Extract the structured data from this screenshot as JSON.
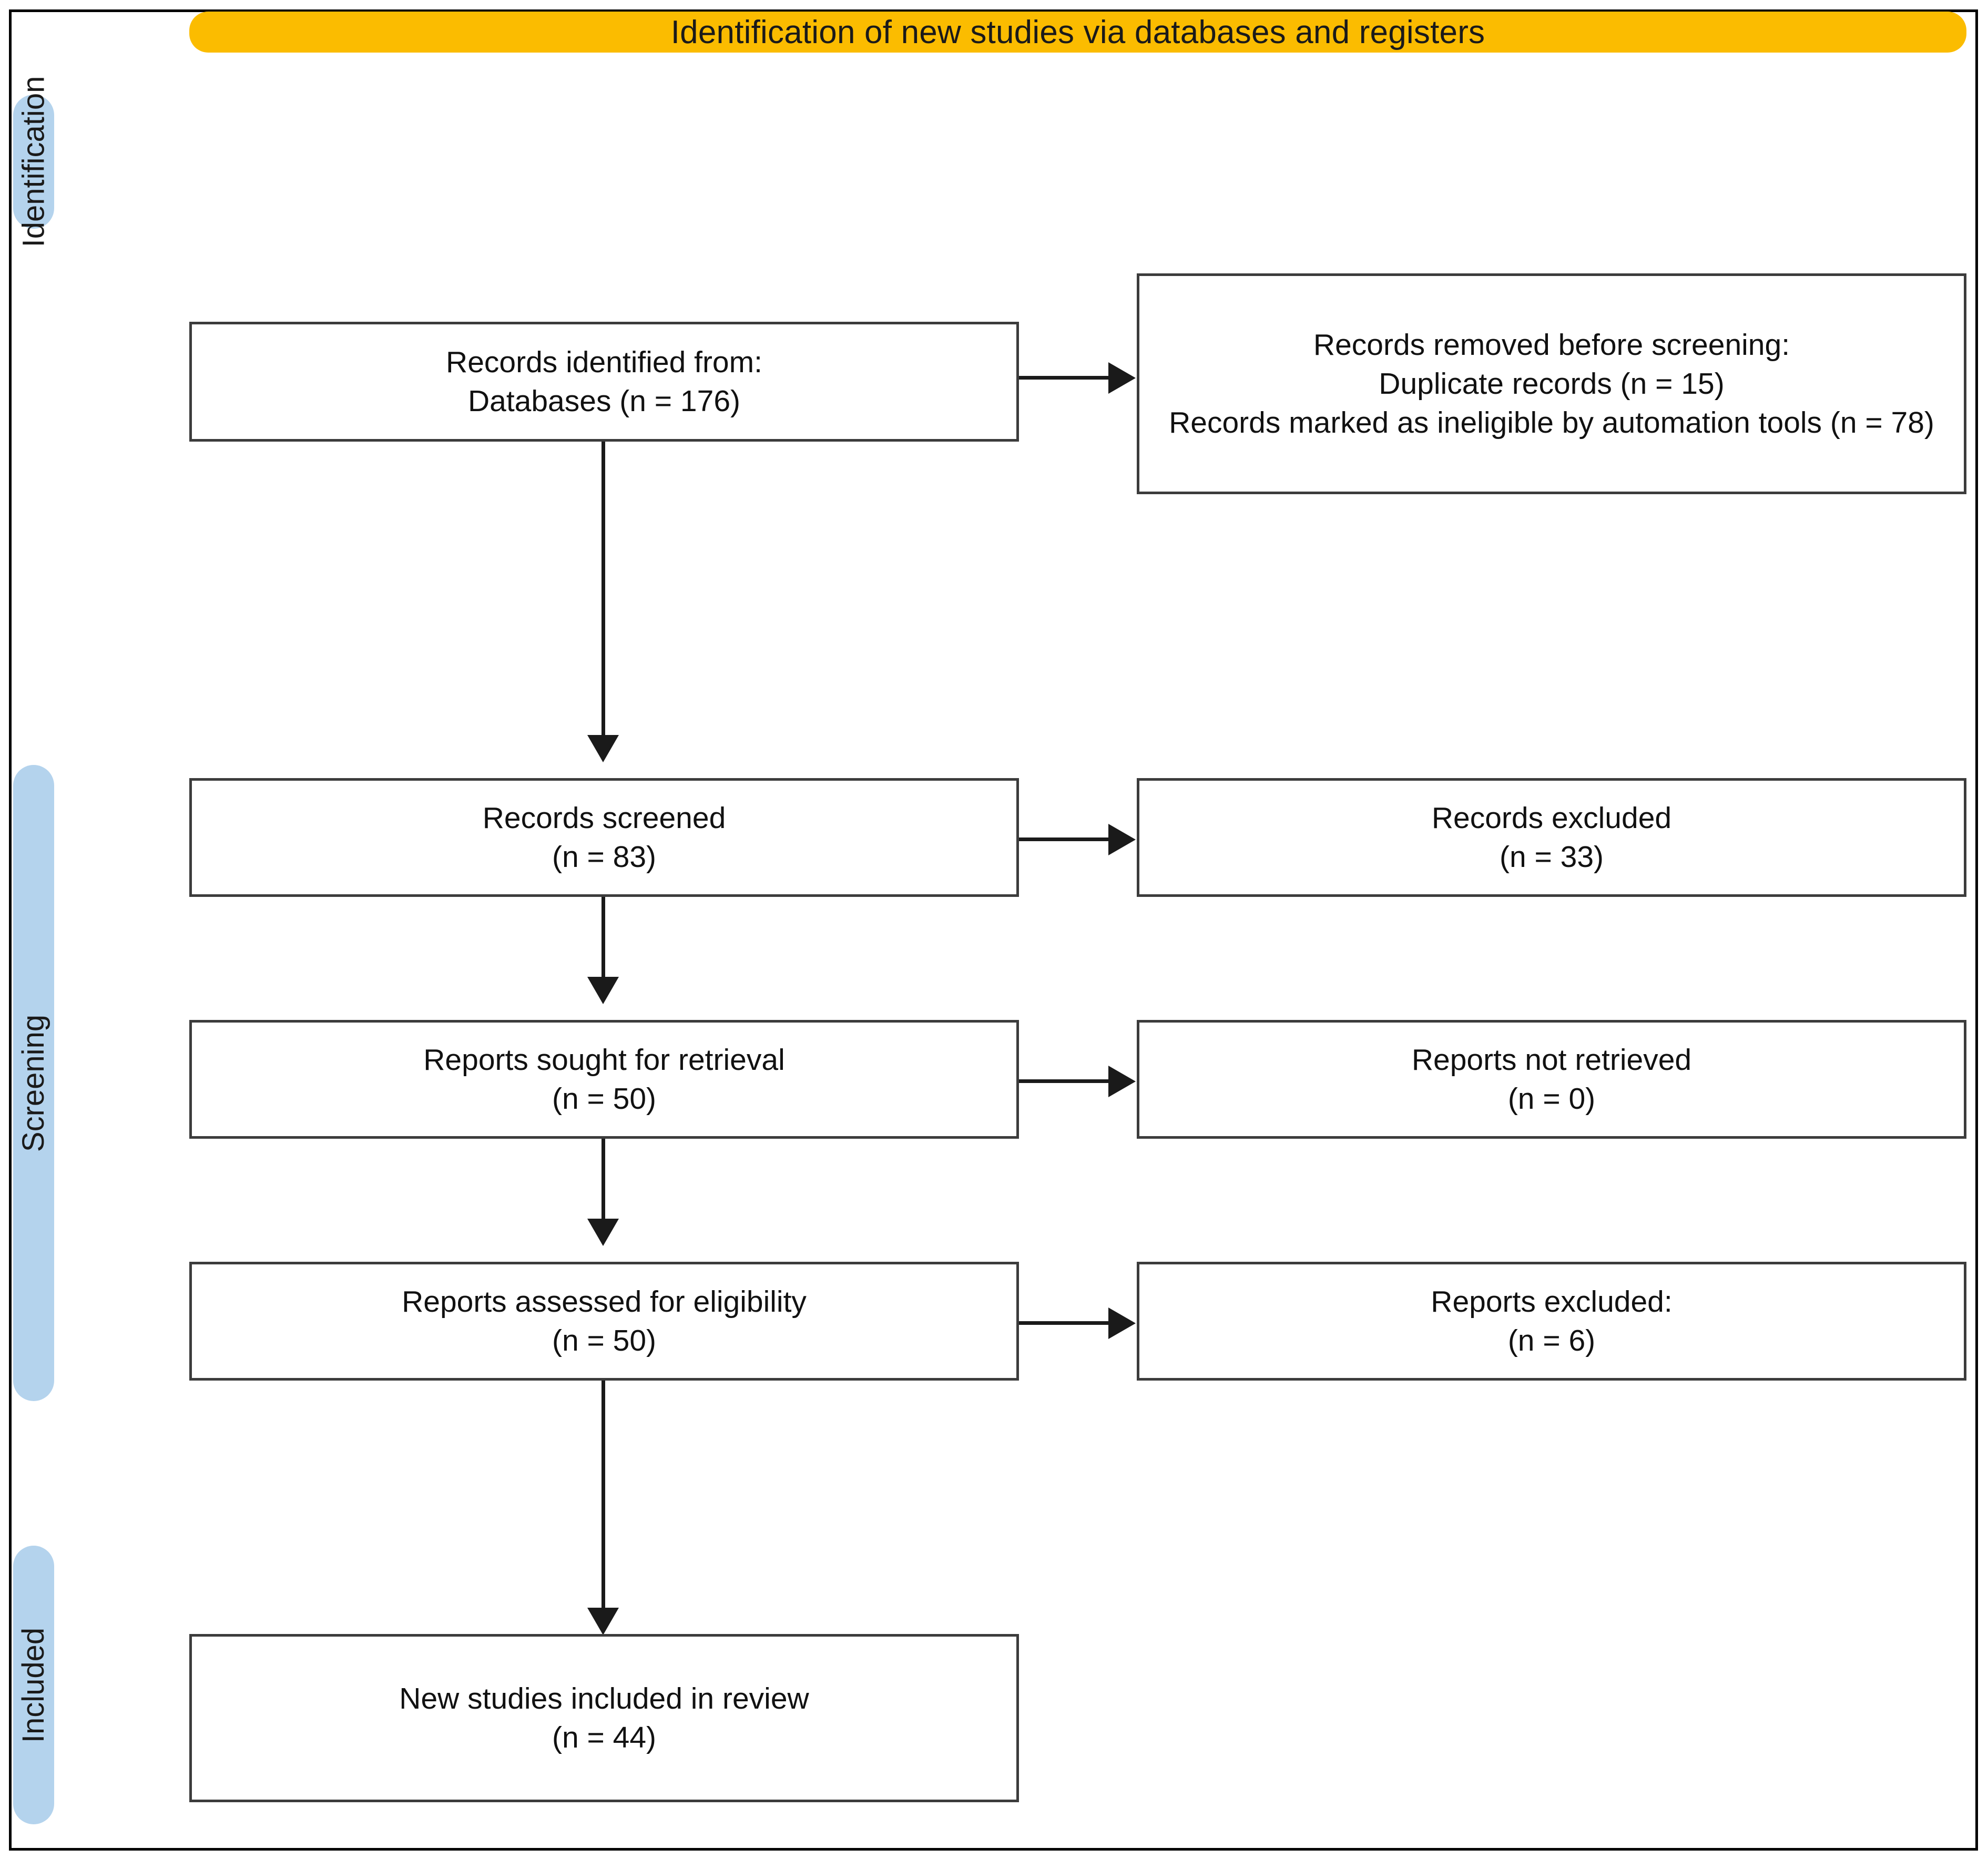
{
  "diagram": {
    "title": "Identification of new studies via databases and registers",
    "accent_orange": "#FBBC00",
    "accent_blue": "#B4D3ED",
    "box_border_color": "#3c3c3c",
    "connector_color": "#1a1a1a"
  },
  "stages": [
    {
      "id": "identification",
      "label": "Identification"
    },
    {
      "id": "screening",
      "label": "Screening"
    },
    {
      "id": "included",
      "label": "Included"
    }
  ],
  "boxes": {
    "records_identified": {
      "line1": "Records identified from:",
      "line2": "Databases (n = 176)"
    },
    "records_removed": {
      "line1": "Records removed before screening:",
      "line2": "Duplicate records (n = 15)",
      "line3": "Records marked as ineligible by automation tools (n = 78)"
    },
    "records_screened": {
      "line1": "Records screened",
      "line2": "(n = 83)"
    },
    "records_excluded": {
      "line1": "Records excluded",
      "line2": "(n = 33)"
    },
    "reports_sought": {
      "line1": "Reports sought for retrieval",
      "line2": "(n = 50)"
    },
    "reports_not_retrieved": {
      "line1": "Reports not retrieved",
      "line2": "(n = 0)"
    },
    "reports_assessed": {
      "line1": "Reports assessed for eligibility",
      "line2": "(n = 50)"
    },
    "reports_excluded": {
      "line1": "Reports excluded:",
      "line2": "(n = 6)"
    },
    "new_studies_included": {
      "line1": "New studies included in review",
      "line2": "(n = 44)"
    }
  },
  "chart_data": {
    "type": "diagram",
    "title": "Identification of new studies via databases and registers",
    "nodes": [
      {
        "id": "records_identified",
        "stage": "Identification",
        "column": "left",
        "label": "Records identified from: Databases",
        "n": 176
      },
      {
        "id": "records_removed",
        "stage": "Identification",
        "column": "right",
        "label": "Records removed before screening",
        "duplicate_records_n": 15,
        "ineligible_by_automation_tools_n": 78
      },
      {
        "id": "records_screened",
        "stage": "Screening",
        "column": "left",
        "label": "Records screened",
        "n": 83
      },
      {
        "id": "records_excluded",
        "stage": "Screening",
        "column": "right",
        "label": "Records excluded",
        "n": 33
      },
      {
        "id": "reports_sought",
        "stage": "Screening",
        "column": "left",
        "label": "Reports sought for retrieval",
        "n": 50
      },
      {
        "id": "reports_not_retrieved",
        "stage": "Screening",
        "column": "right",
        "label": "Reports not retrieved",
        "n": 0
      },
      {
        "id": "reports_assessed",
        "stage": "Screening",
        "column": "left",
        "label": "Reports assessed for eligibility",
        "n": 50
      },
      {
        "id": "reports_excluded",
        "stage": "Screening",
        "column": "right",
        "label": "Reports excluded",
        "n": 6
      },
      {
        "id": "new_studies_included",
        "stage": "Included",
        "column": "left",
        "label": "New studies included in review",
        "n": 44
      }
    ],
    "edges": [
      {
        "from": "records_identified",
        "to": "records_removed",
        "direction": "right"
      },
      {
        "from": "records_identified",
        "to": "records_screened",
        "direction": "down"
      },
      {
        "from": "records_screened",
        "to": "records_excluded",
        "direction": "right"
      },
      {
        "from": "records_screened",
        "to": "reports_sought",
        "direction": "down"
      },
      {
        "from": "reports_sought",
        "to": "reports_not_retrieved",
        "direction": "right"
      },
      {
        "from": "reports_sought",
        "to": "reports_assessed",
        "direction": "down"
      },
      {
        "from": "reports_assessed",
        "to": "reports_excluded",
        "direction": "right"
      },
      {
        "from": "reports_assessed",
        "to": "new_studies_included",
        "direction": "down"
      }
    ]
  }
}
